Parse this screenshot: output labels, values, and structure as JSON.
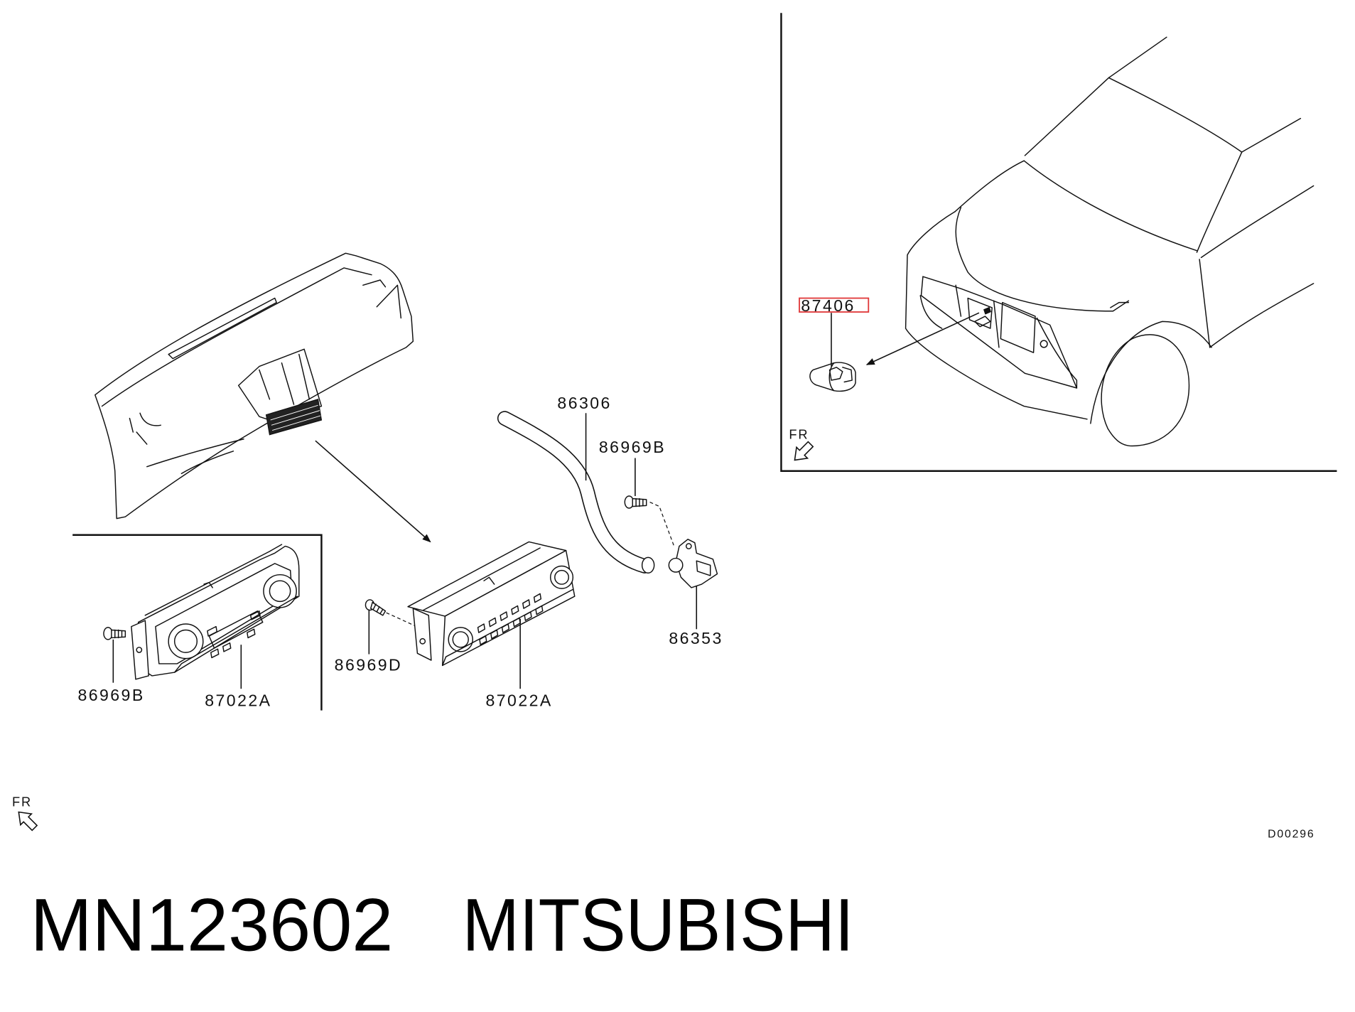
{
  "diagram": {
    "main_view": {
      "callouts": {
        "hose": "86306",
        "sensor_screw": "86969B",
        "sensor": "86353",
        "unit_screw": "86969D",
        "control_unit": "87022A"
      },
      "orientation": "FR"
    },
    "inset_view": {
      "callouts": {
        "screw": "86969B",
        "control_unit": "87022A"
      }
    },
    "vehicle_view": {
      "callouts": {
        "highlighted_part": "87406"
      },
      "orientation": "FR"
    },
    "drawing_code": "D00296"
  },
  "caption": {
    "part_number": "MN123602",
    "brand": "MITSUBISHI"
  },
  "colors": {
    "line": "#111111",
    "highlight": "#e0393a",
    "highlight_text": "#b04a4a",
    "background": "#ffffff"
  }
}
